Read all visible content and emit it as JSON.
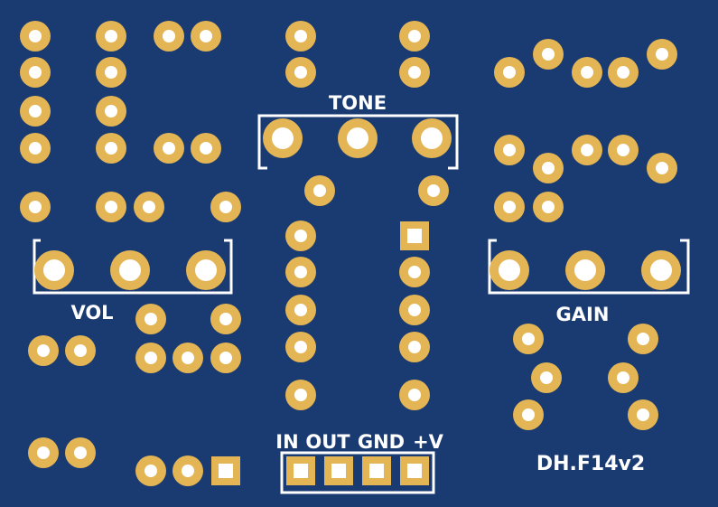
{
  "board": {
    "background": "#1a3a72",
    "pad_color": "#e3b554",
    "hole_color": "#ffffff",
    "silkscreen_color": "#ffffff"
  },
  "labels": {
    "tone": "TONE",
    "vol": "VOL",
    "gain": "GAIN",
    "in": "IN",
    "out": "OUT",
    "gnd": "GND",
    "vplus": "+V",
    "version": "DH.F14v2"
  }
}
